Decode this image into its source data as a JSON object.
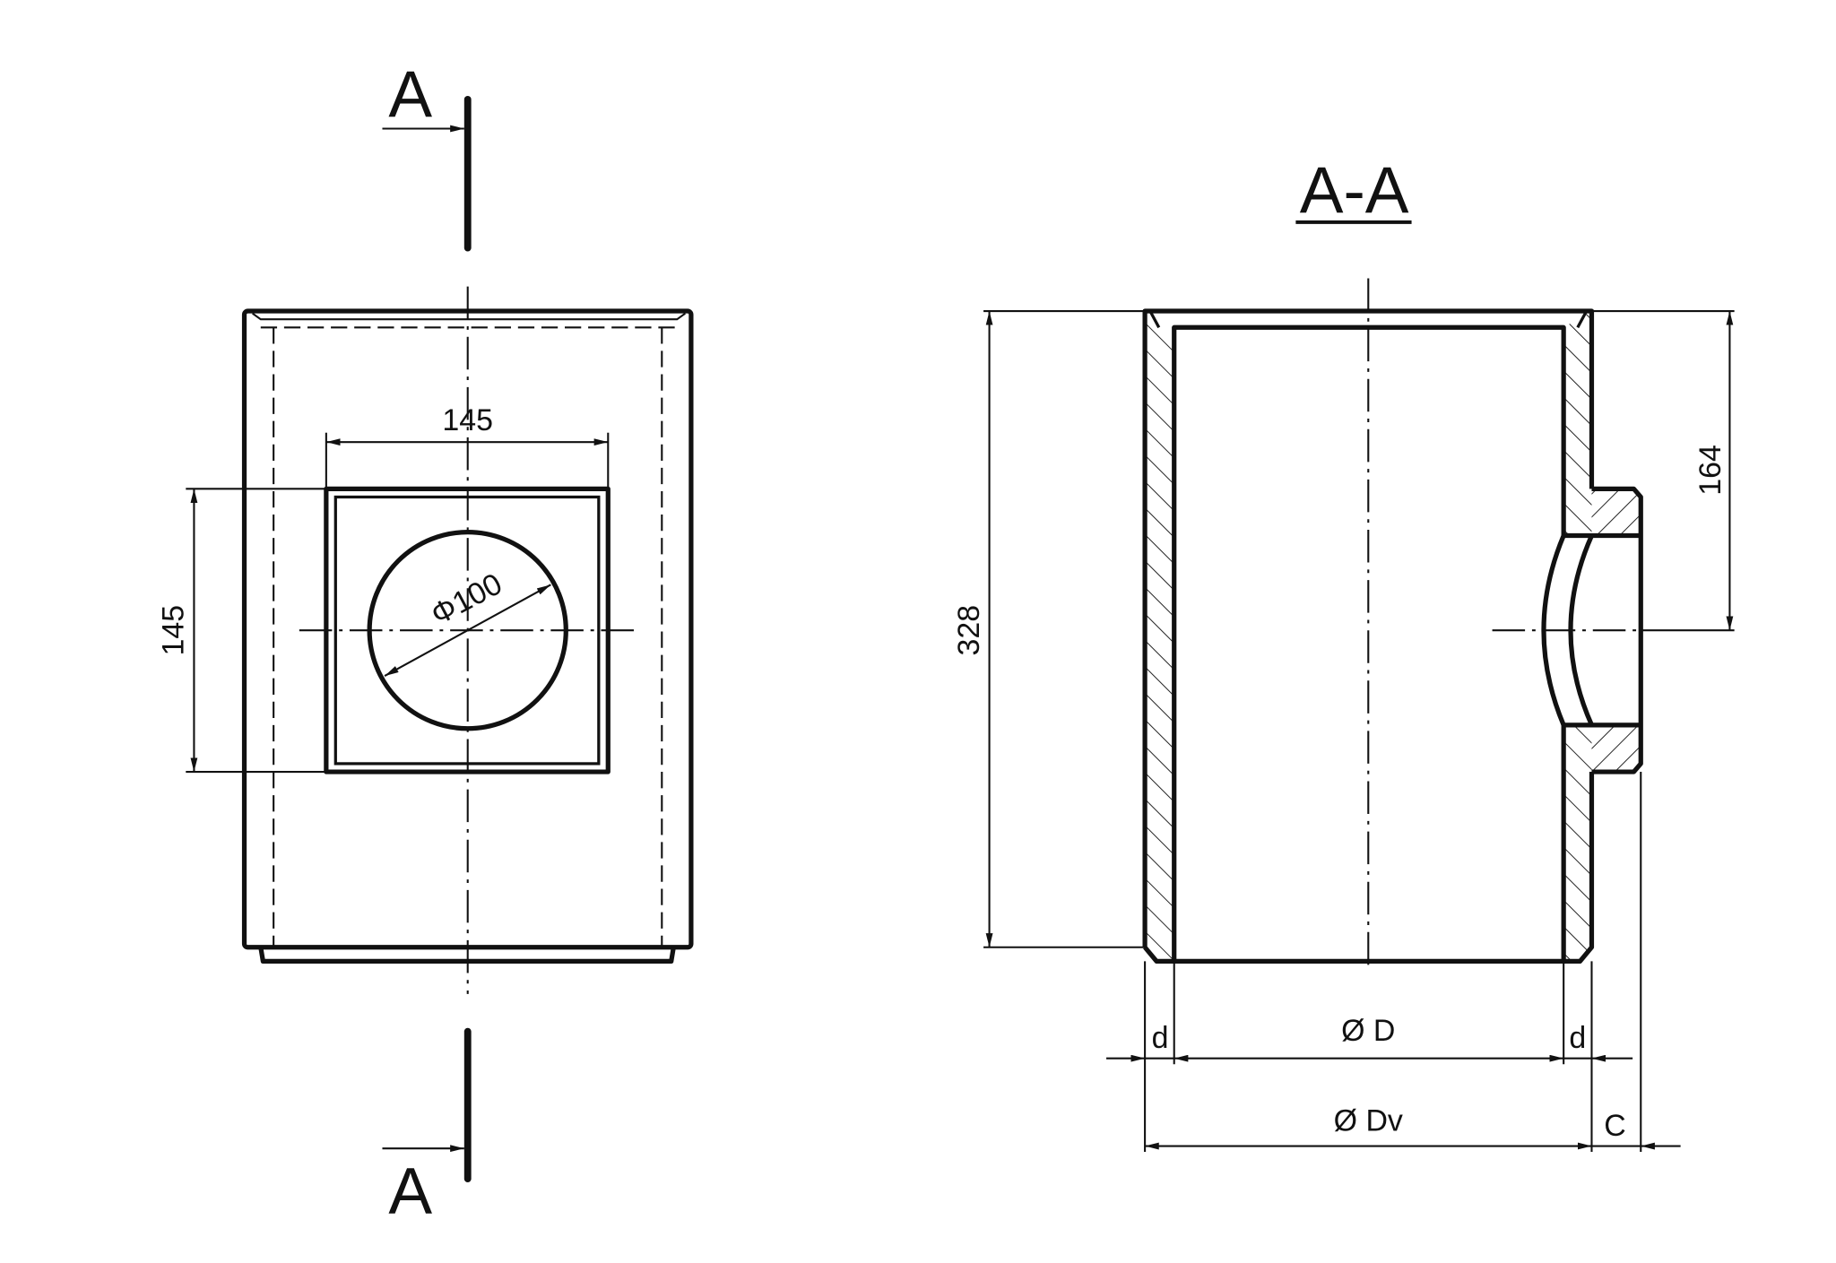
{
  "front_view": {
    "section_mark_top": "A",
    "section_mark_bottom": "A",
    "dim_width": "145",
    "dim_height": "145",
    "dim_hole": "Φ100"
  },
  "section_view": {
    "title": "A-A",
    "dim_height": "328",
    "dim_nozzle": "164",
    "dim_wall_left": "d",
    "dim_wall_right": "d",
    "dim_inner_diameter": "Ø D",
    "dim_outer_diameter": "Ø Dv",
    "dim_flange": "C"
  }
}
